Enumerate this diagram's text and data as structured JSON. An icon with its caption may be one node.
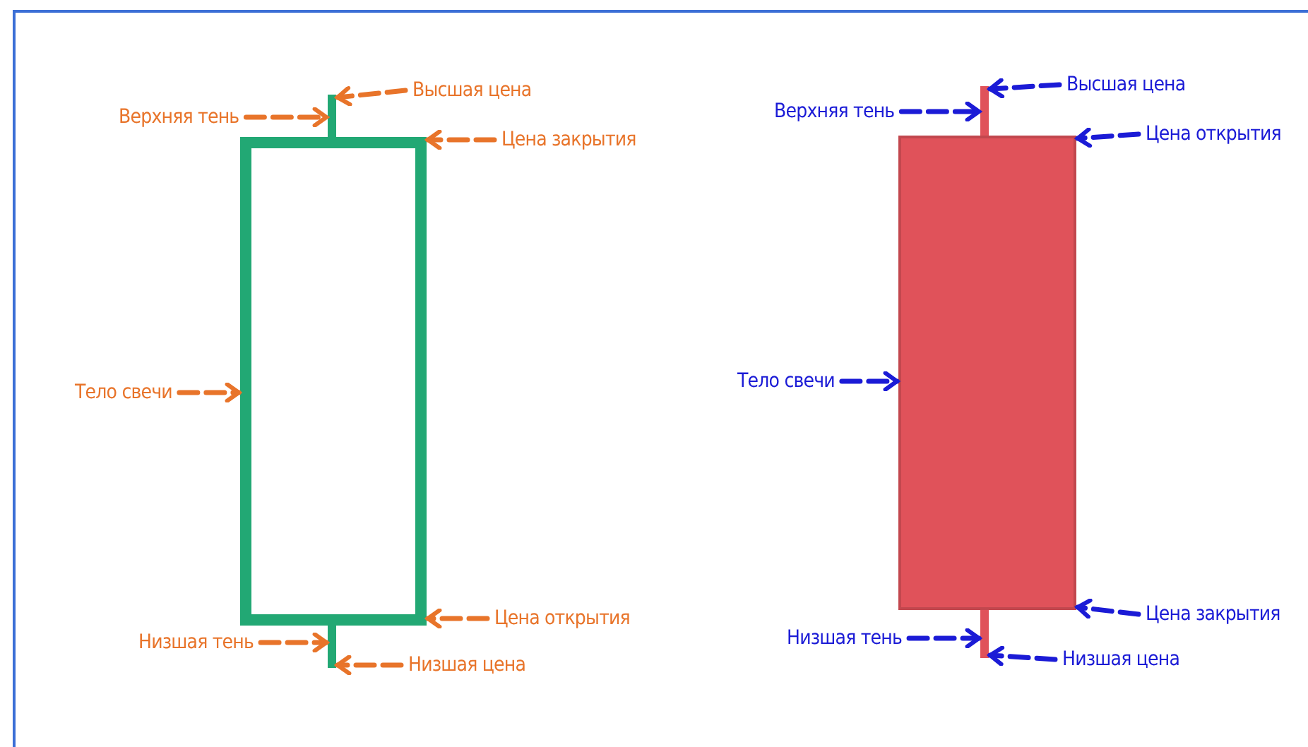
{
  "diagram": {
    "nodes": [
      {
        "text": [
          "Высшая цена"
        ]
      },
      {
        "text": [
          "Верхняя тень"
        ]
      },
      {
        "text": [
          "Цена закрытия"
        ]
      },
      {
        "text": [
          "Тело свечи"
        ]
      },
      {
        "text": [
          "Цена открытия"
        ]
      },
      {
        "text": [
          "Низшая тень"
        ]
      },
      {
        "text": [
          "Низшая цена"
        ]
      },
      {
        "text": [],
        "shape": "bar"
      },
      {
        "text": [],
        "shape": "box"
      },
      {
        "text": [],
        "shape": "bar"
      },
      {
        "text": [
          "Высшая цена"
        ]
      },
      {
        "text": [
          "Верхняя тень"
        ]
      },
      {
        "text": [
          "Цена открытия"
        ]
      },
      {
        "text": [
          "Тело свечи"
        ]
      },
      {
        "text": [
          "Цена закрытия"
        ]
      },
      {
        "text": [
          "Низшая тень"
        ]
      },
      {
        "text": [
          "Низшая цена"
        ]
      },
      {
        "text": [],
        "shape": "bar"
      },
      {
        "text": [],
        "shape": "box"
      },
      {
        "text": [],
        "shape": "bar"
      }
    ],
    "edges": [
      {
        "from": 0,
        "to": 7,
        "arrow": "to",
        "style": "dashed",
        "color": "#e8742a"
      },
      {
        "from": 1,
        "to": 7,
        "arrow": "to",
        "style": "dashed",
        "color": "#e8742a"
      },
      {
        "from": 2,
        "to": 8,
        "arrow": "to",
        "style": "dashed",
        "color": "#e8742a"
      },
      {
        "from": 3,
        "to": 8,
        "arrow": "to",
        "style": "dashed",
        "color": "#e8742a"
      },
      {
        "from": 4,
        "to": 8,
        "arrow": "to",
        "style": "dashed",
        "color": "#e8742a"
      },
      {
        "from": 5,
        "to": 9,
        "arrow": "to",
        "style": "dashed",
        "color": "#e8742a"
      },
      {
        "from": 6,
        "to": 9,
        "arrow": "to",
        "style": "dashed",
        "color": "#e8742a"
      },
      {
        "from": 10,
        "to": 17,
        "arrow": "to",
        "style": "dashed",
        "color": "#1b1bd6"
      },
      {
        "from": 11,
        "to": 17,
        "arrow": "to",
        "style": "dashed",
        "color": "#1b1bd6"
      },
      {
        "from": 12,
        "to": 18,
        "arrow": "to",
        "style": "dashed",
        "color": "#1b1bd6"
      },
      {
        "from": 13,
        "to": 18,
        "arrow": "to",
        "style": "dashed",
        "color": "#1b1bd6"
      },
      {
        "from": 14,
        "to": 18,
        "arrow": "to",
        "style": "dashed",
        "color": "#1b1bd6"
      },
      {
        "from": 15,
        "to": 19,
        "arrow": "to",
        "style": "dashed",
        "color": "#1b1bd6"
      },
      {
        "from": 16,
        "to": 19,
        "arrow": "to",
        "style": "dashed",
        "color": "#1b1bd6"
      }
    ]
  }
}
